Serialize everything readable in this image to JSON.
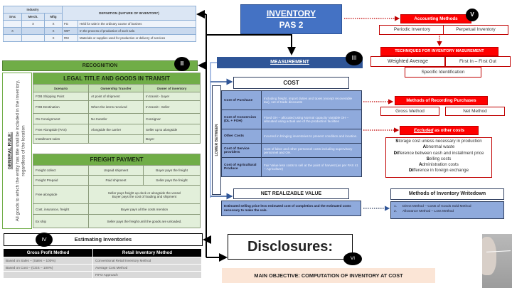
{
  "definition_table": {
    "industry_label": "Industry",
    "col_headers": [
      "Srvc",
      "Merch.",
      "Mftg"
    ],
    "definition_header": "DEFINITION (NATURE OF INVENTORY)",
    "rows": [
      {
        "srvc": "",
        "merch": "X",
        "mftg": "X",
        "code": "FG",
        "definition": "Held for sale in the ordinary course of busines"
      },
      {
        "srvc": "X",
        "merch": "",
        "mftg": "X",
        "code": "WIP",
        "definition": "In the process of production of such sale."
      },
      {
        "srvc": "",
        "merch": "",
        "mftg": "X",
        "code": "RM",
        "definition": "Materials or supplies used for production or delivery of services"
      }
    ]
  },
  "title": {
    "line1": "INVENTORY",
    "line2": "PAS 2"
  },
  "accounting_methods": {
    "header": "Accounting Methods",
    "badge": "V",
    "items": [
      "Periodic Inventory",
      "Perpetual Inventory"
    ]
  },
  "techniques": {
    "header": "TECHNIQUES FOR INVENTORY MASUREMENT",
    "items": [
      "Weighted Average",
      "First In – First Out",
      "Specific Identification"
    ]
  },
  "recognition": {
    "header": "RECOGNITION",
    "badge": "II",
    "general_rule_title": "GENERAL RULE:",
    "general_rule_text": "All goods to which the entity has title shall be included in the inventory, regardless of the location",
    "legal_title": {
      "title": "LEGAL TITLE AND GOODS IN TRANSIT",
      "headers": [
        "Scenario",
        "Ownership Transfer",
        "Owner of inventory"
      ],
      "rows": [
        [
          "FOB Shipping Point",
          "At point of shipment",
          "In transit - buyer"
        ],
        [
          "FOB Destination",
          "When the items received",
          "In transit - Seller"
        ],
        [
          "On Consignment",
          "No transfer",
          "Consignor"
        ],
        [
          "Free Alongside (FAS)",
          "Alongside the carrier",
          "Seller up to alongside"
        ],
        [
          "Installment sales",
          "",
          "Buyer"
        ]
      ]
    },
    "freight": {
      "title": "FREIGHT PAYMENT",
      "rows": [
        {
          "scenario": "Freight collect",
          "a": "Unpaid shipment",
          "b": "Buyer pays the freight"
        },
        {
          "scenario": "Freight Prepaid",
          "a": "Paid shipment",
          "b": "Seller pays the freight"
        },
        {
          "scenario": "Free alongside",
          "merged_1": "Seller pays freight up dock or alongside the vessel",
          "merged_2": "Buyer pays the cost of loading and shipment"
        },
        {
          "scenario": "Cost, insurance, freight",
          "merged_1": "Buyer pays all the costs mention"
        },
        {
          "scenario": "Ex ship",
          "merged_1": "Seller pays the freight until the goods are unloaded."
        }
      ]
    }
  },
  "estimating": {
    "header": "Estimating Inventories",
    "badge": "IV",
    "columns": [
      "Gross Profit Method",
      "Retail Inventory Method"
    ],
    "rows": [
      [
        "Based on Sales – (Sales – 100%)",
        "Conventional Retail Inventory Method"
      ],
      [
        "Based on Cost – (CGS – 100%)",
        "Average Cost Method"
      ],
      [
        "",
        "FIFO Approach"
      ]
    ]
  },
  "measurement": {
    "header": "MEASUREMENT",
    "badge": "III",
    "lower_between": "LOWER BETWEEN",
    "cost": {
      "header": "COST",
      "rows": [
        {
          "label": "Cost of Purchase",
          "text": "Including freight, import duties and taxes (except recoverable tax), net of trade discounts"
        },
        {
          "label": "Cost of Conversion (DL + FOH)",
          "text": "Fixed OH – allocated using Normal capacity Variable OH – allocated using actual use of the production facilities"
        },
        {
          "label": "Other Costs",
          "text": "Incurred in bringing inventories to present condition and location."
        },
        {
          "label": "Cost of Service providers",
          "text": "Cost of labor and other personnel costs including supervisory personnel and OH."
        },
        {
          "label": "Cost of Agricultural Produce",
          "text": "Fair Value less costs to sell at the point of harvest (as per PAS 41 – Agriculture)"
        }
      ]
    },
    "nrv": {
      "header": "NET REALIZABLE VALUE",
      "text": "Estimated selling price less estimated cost of completion and the estimated costs necessary to make the sale."
    }
  },
  "recording_purchases": {
    "header": "Methods of Recording Purchases",
    "items": [
      "Gross Method",
      "Net Method"
    ]
  },
  "excluded": {
    "header_underlined": "Excluded",
    "header_rest": " as other costs",
    "items": [
      {
        "first": "S",
        "rest": "torage cost unless necessary in production"
      },
      {
        "first": "A",
        "rest": "bnormal waste"
      },
      {
        "first": "Di",
        "rest": "fference between cash and installment price"
      },
      {
        "first": "S",
        "rest": "elling costs"
      },
      {
        "first": "A",
        "rest": "dministration costs"
      },
      {
        "first": "Di",
        "rest": "fference in foreign exchange"
      }
    ]
  },
  "writedown": {
    "header": "Methods of Inventory Writedown",
    "items": [
      {
        "num": "1.",
        "text": "Direct Method – Costs of Goods Sold Method"
      },
      {
        "num": "2.",
        "text": "Allowance Method – Loss Method"
      }
    ]
  },
  "disclosures": {
    "label": "Disclosures:",
    "badge": "VI"
  },
  "main_objective": "MAIN OBJECTIVE: COMPUTATION OF INVENTORY AT COST",
  "colors": {
    "title_blue": "#4472c4",
    "measurement_blue": "#2f5597",
    "cost_blue": "#8faadc",
    "recognition_green": "#70ad47",
    "accent_red": "#ff0000",
    "objective_peach": "#fbe5d6"
  }
}
